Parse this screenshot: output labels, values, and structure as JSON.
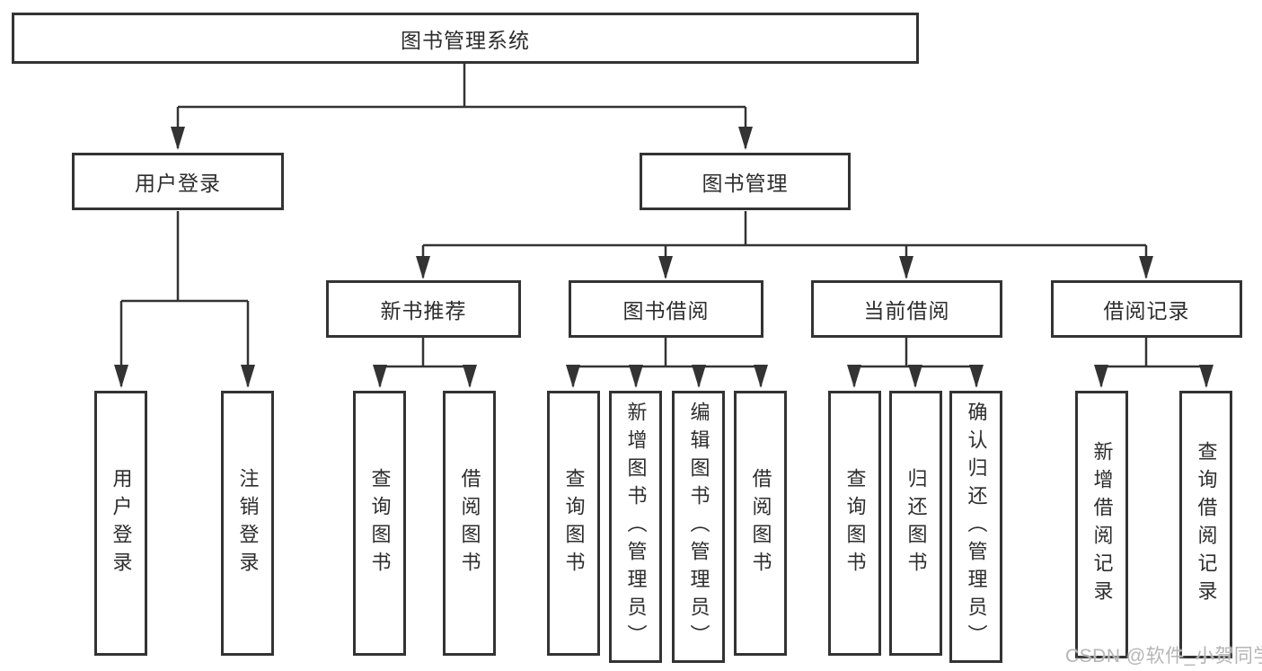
{
  "nodes": {
    "root": {
      "label": "图书管理系统"
    },
    "level2": [
      {
        "label": "用户登录"
      },
      {
        "label": "图书管理"
      }
    ],
    "level3": [
      {
        "label": "新书推荐"
      },
      {
        "label": "图书借阅"
      },
      {
        "label": "当前借阅"
      },
      {
        "label": "借阅记录"
      }
    ],
    "leaves": [
      {
        "label": "用户登录"
      },
      {
        "label": "注销登录"
      },
      {
        "label": "查询图书"
      },
      {
        "label": "借阅图书"
      },
      {
        "label": "查询图书"
      },
      {
        "label": "新增图书（管理员）"
      },
      {
        "label": "编辑图书（管理员）"
      },
      {
        "label": "借阅图书"
      },
      {
        "label": "查询图书"
      },
      {
        "label": "归还图书"
      },
      {
        "label": "确认归还（管理员）"
      },
      {
        "label": "新增借阅记录"
      },
      {
        "label": "查询借阅记录"
      }
    ]
  },
  "watermark": "CSDN @软件_小贺同学",
  "colors": {
    "line": "#333333",
    "border": "#333333",
    "text": "#2d2d2d",
    "watermark": "#b5b5b5",
    "background": "#ffffff"
  }
}
